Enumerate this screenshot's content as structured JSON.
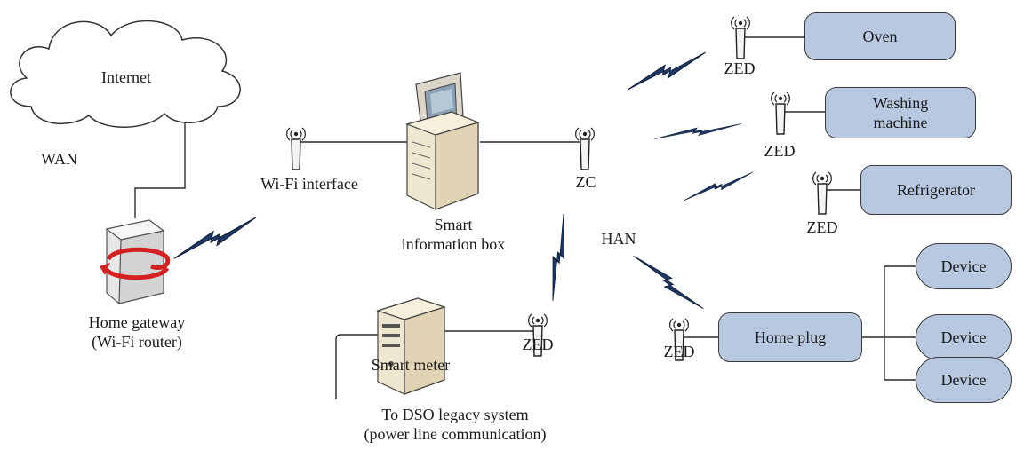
{
  "labels": {
    "internet": "Internet",
    "wan": "WAN",
    "home_gateway": "Home gateway",
    "home_gateway_sub": "(Wi-Fi router)",
    "wifi_interface": "Wi-Fi interface",
    "smart_info_box_1": "Smart",
    "smart_info_box_2": "information box",
    "zc": "ZC",
    "han": "HAN",
    "zed": "ZED",
    "smart_meter": "Smart meter",
    "dso_1": "To DSO legacy system",
    "dso_2": "(power line communication)"
  },
  "appliances": {
    "oven": "Oven",
    "washing_1": "Washing",
    "washing_2": "machine",
    "refrigerator": "Refrigerator",
    "home_plug": "Home plug",
    "device": "Device"
  },
  "colors": {
    "box_fill": "#b8c8e0",
    "lightning": "#1f3864",
    "line": "#2a2a2a"
  },
  "icons": [
    "cloud-icon",
    "router-icon",
    "antenna-icon",
    "computer-icon",
    "server-icon",
    "lightning-icon"
  ]
}
